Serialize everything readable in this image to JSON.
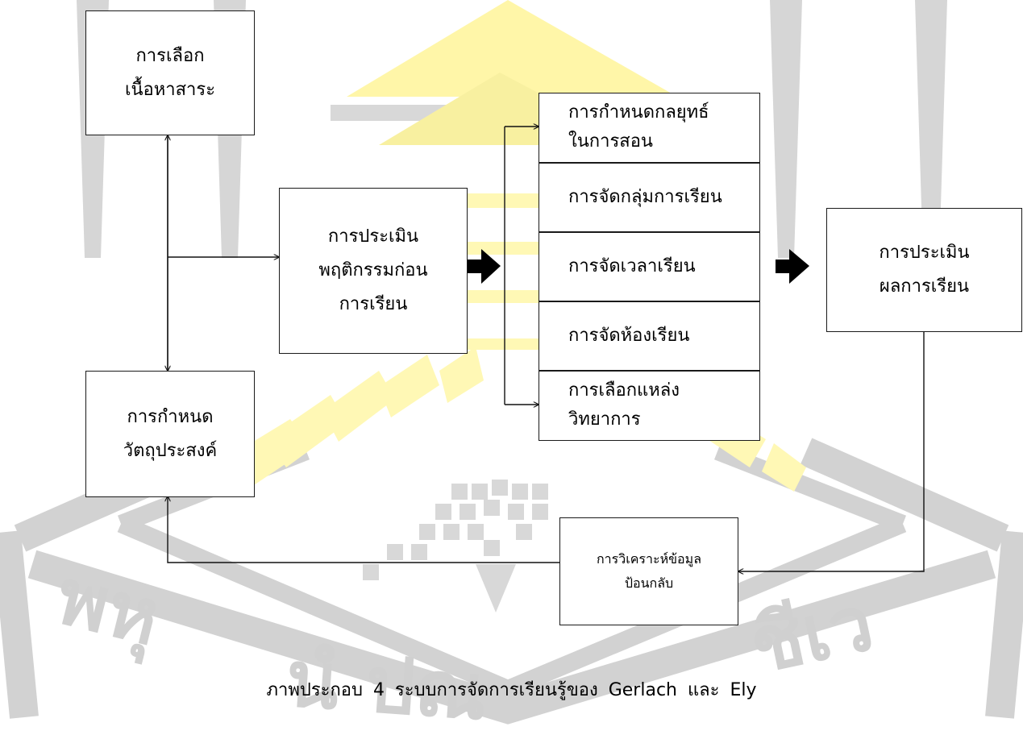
{
  "diagram": {
    "boxes": {
      "content_selection": {
        "lines": [
          "การเลือก",
          "เนื้อหาสาระ"
        ]
      },
      "objectives": {
        "lines": [
          "การกำหนด",
          "วัตถุประสงค์"
        ]
      },
      "pre_assessment": {
        "lines": [
          "การประเมิน",
          "พฤติกรรมก่อน",
          "การเรียน"
        ]
      },
      "strategy": {
        "lines": [
          "การกำหนดกลยุทธ์",
          "ในการสอน"
        ]
      },
      "grouping": {
        "lines": [
          "การจัดกลุ่มการเรียน"
        ]
      },
      "time": {
        "lines": [
          "การจัดเวลาเรียน"
        ]
      },
      "space": {
        "lines": [
          "การจัดห้องเรียน"
        ]
      },
      "resources": {
        "lines": [
          "การเลือกแหล่ง",
          "วิทยาการ"
        ]
      },
      "evaluation": {
        "lines": [
          "การประเมิน",
          "ผลการเรียน"
        ]
      },
      "feedback": {
        "lines": [
          "การวิเคราะห์ข้อมูล",
          "ป้อนกลับ"
        ]
      }
    }
  },
  "caption": "ภาพประกอบ 4 ระบบการจัดการเรียนรู้ของ Gerlach และ Ely",
  "watermark": {
    "text_left": "พหุ",
    "text_mid": "นํ ปณ",
    "text_right": "ชีเว",
    "color_gray": "#d0d0d0",
    "color_yellow": "#fff8b0"
  }
}
